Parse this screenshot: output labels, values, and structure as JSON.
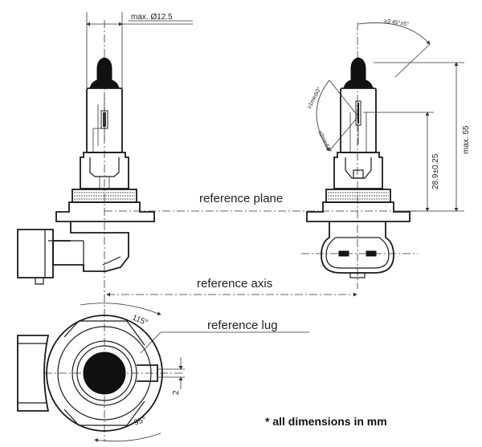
{
  "labels": {
    "max_diameter": "max. Ø12.5",
    "angle_top": "≥3 45°±5°",
    "angle_a": "≥1min50°",
    "angle_b": "≥2min52°",
    "height_max": "max. 55",
    "height_ref": "28.9±0.25",
    "reference_plane": "reference plane",
    "reference_axis": "reference axis",
    "reference_lug": "reference lug",
    "angle_115": "115°",
    "angle_95": "95°",
    "dim_2": "2",
    "note": "* all dimensions in mm"
  }
}
